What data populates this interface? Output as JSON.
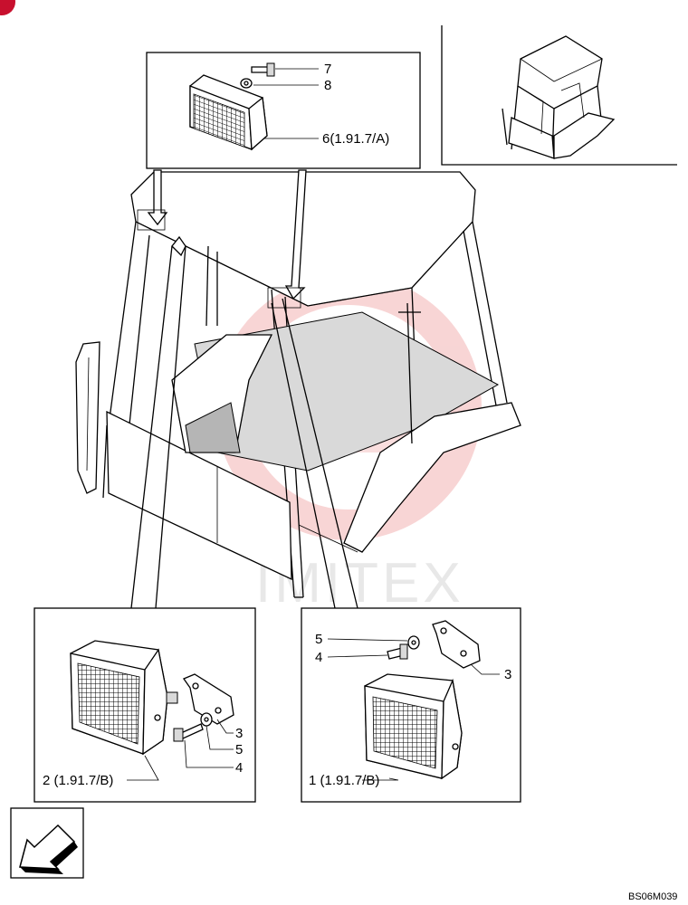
{
  "diagram": {
    "drawing_code": "BS06M039",
    "watermark": "IMITEX",
    "callouts": {
      "top_bolt": "7",
      "top_washer": "8",
      "top_lamp": "6(1.91.7/A)",
      "left_bracket": "3",
      "left_washer": "5",
      "left_bolt": "4",
      "left_lamp": "2 (1.91.7/B)",
      "right_washer": "5",
      "right_bolt": "4",
      "right_bracket": "3",
      "right_lamp": "1 (1.91.7/B)"
    }
  }
}
